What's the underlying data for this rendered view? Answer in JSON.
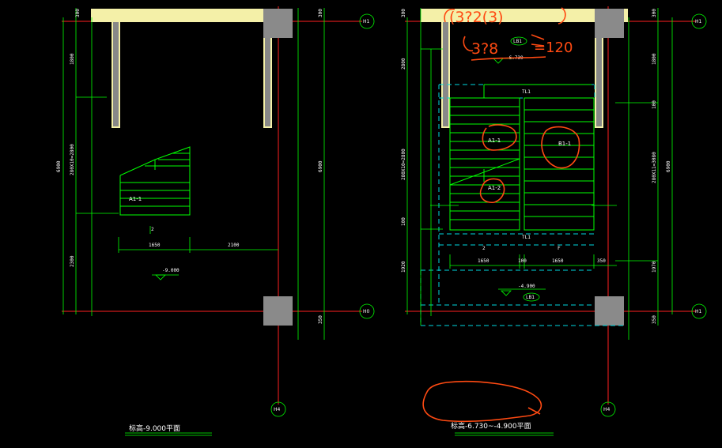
{
  "left_plan": {
    "title": "标高-9.000平面",
    "level": "-9.000",
    "stair_label": "A1-1",
    "axis_top": "H1",
    "axis_bottom": "H0",
    "axis_lower": "H4",
    "grid_tick": "2",
    "dims_top": [
      "300"
    ],
    "dims_left_vertical": [
      "1800",
      "280X10=2800",
      "2300"
    ],
    "dims_overall": "6900",
    "dims_right": [
      "300",
      "6900",
      "350"
    ],
    "dims_horizontal": [
      "1650",
      "2100"
    ]
  },
  "right_plan": {
    "title": "标高-6.730~-4.900平面",
    "level_top": "-6.730",
    "level_bottom": "-4.900",
    "beam_top": "LB1",
    "beam_bottom": "LB1",
    "tl_top": "TL1",
    "tl_bottom": "TL1",
    "flights": [
      "A1-1",
      "A1-2",
      "B1-1"
    ],
    "axis_top": "H1",
    "axis_bottom": "H1",
    "axis_lower": "H4",
    "grid_ticks": [
      "2",
      "F"
    ],
    "dims_top": [
      "300"
    ],
    "dims_left_vertical": [
      "2800",
      "280X10=2800",
      "100",
      "1920"
    ],
    "dims_right_vertical": [
      "300",
      "1800",
      "100",
      "280X11=3080",
      "1970",
      "350"
    ],
    "dims_overall": "6900",
    "dims_horizontal": [
      "1650",
      "100",
      "1650",
      "350"
    ]
  },
  "annotations": {
    "red_text_1": "(3?2(3)",
    "red_text_2": "3?8",
    "red_text_3": "=120"
  },
  "colors": {
    "background": "#000000",
    "wall_fill": "#f4f0a8",
    "column_fill": "#8a8a8a",
    "axis_red": "#ff2020",
    "dimension_green": "#00ff00",
    "dashed_cyan": "#00d8e0",
    "markup_red": "#ff4a12"
  }
}
